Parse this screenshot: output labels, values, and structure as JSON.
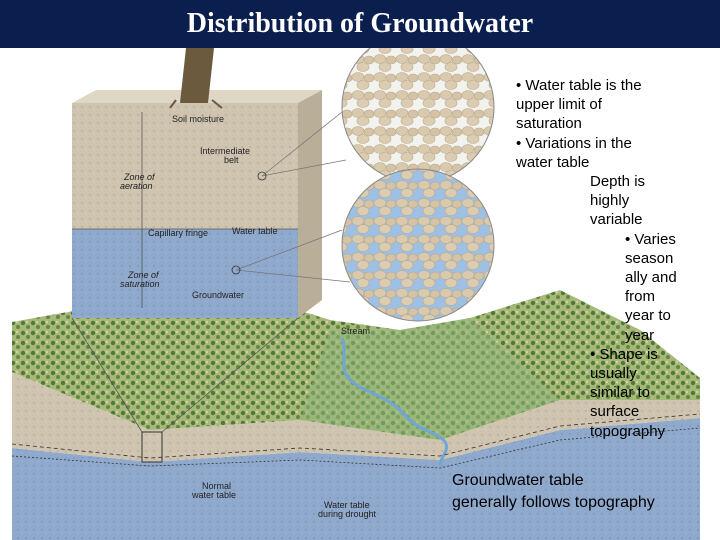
{
  "title": "Distribution of Groundwater",
  "diagram_labels": {
    "soil_moisture": "Soil moisture",
    "intermediate_belt_1": "Intermediate",
    "intermediate_belt_2": "belt",
    "zone_aeration_1": "Zone of",
    "zone_aeration_2": "aeration",
    "capillary_fringe": "Capillary fringe",
    "water_table": "Water table",
    "zone_saturation_1": "Zone of",
    "zone_saturation_2": "saturation",
    "groundwater": "Groundwater",
    "stream": "Stream",
    "normal_water_table_1": "Normal",
    "normal_water_table_2": "water table",
    "drought_table_1": "Water table",
    "drought_table_2": "during drought"
  },
  "notes": {
    "line1": "• Water table is the",
    "line2": "upper limit of",
    "line3": "saturation",
    "line4": "• Variations in the",
    "line5": "water table",
    "line6": "Depth is",
    "line7": "highly",
    "line8": "variable",
    "line9": "• Varies",
    "line10": "season",
    "line11": "ally and",
    "line12": "from",
    "line13": "year to",
    "line14": "year",
    "line15": "• Shape is",
    "line16": "usually",
    "line17": "similar to",
    "line18": "surface",
    "line19": "topography"
  },
  "caption": {
    "line1": "Groundwater table",
    "line2": "generally follows topography"
  },
  "colors": {
    "title_bar": "#0b1f4f",
    "saturated_zone": "#8fa9cc",
    "soil_zone": "#cdc2ae",
    "vegetation": "#6f9a4e",
    "river": "#6fa6d6"
  }
}
